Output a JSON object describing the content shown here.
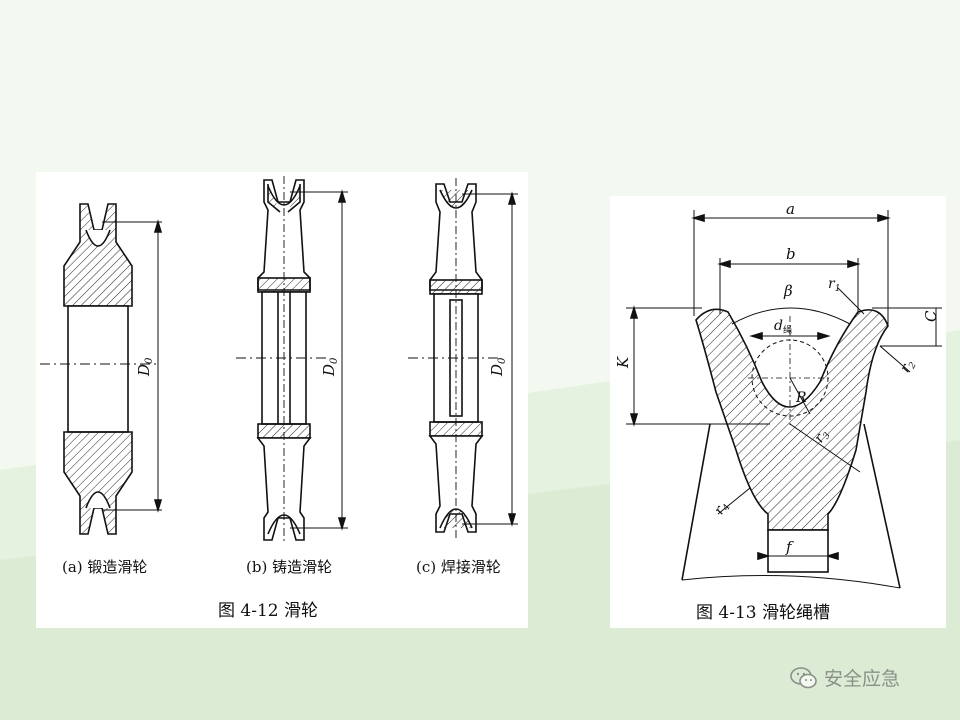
{
  "colors": {
    "background": "#f3f9f1",
    "ink": "#111111",
    "panel": "#ffffff"
  },
  "figure_left": {
    "caption": "图 4-12   滑轮",
    "dimension_label": "D",
    "dimension_subscript": "0",
    "subfigures": [
      {
        "label": "(a) 锻造滑轮"
      },
      {
        "label": "(b) 铸造滑轮"
      },
      {
        "label": "(c) 焊接滑轮"
      }
    ]
  },
  "figure_right": {
    "caption": "图 4-13   滑轮绳槽",
    "labels": {
      "a": "a",
      "b": "b",
      "beta": "β",
      "r1": "r",
      "r1_sub": "1",
      "d": "d",
      "d_sub": "绳",
      "C": "C",
      "K": "K",
      "R": "R",
      "r2": "r",
      "r2_sub": "2",
      "r3": "r",
      "r3_sub": "3",
      "r4": "r",
      "r4_sub": "4",
      "f": "f"
    }
  },
  "watermark": {
    "icon": "wechat-icon",
    "text": "安全应急"
  }
}
